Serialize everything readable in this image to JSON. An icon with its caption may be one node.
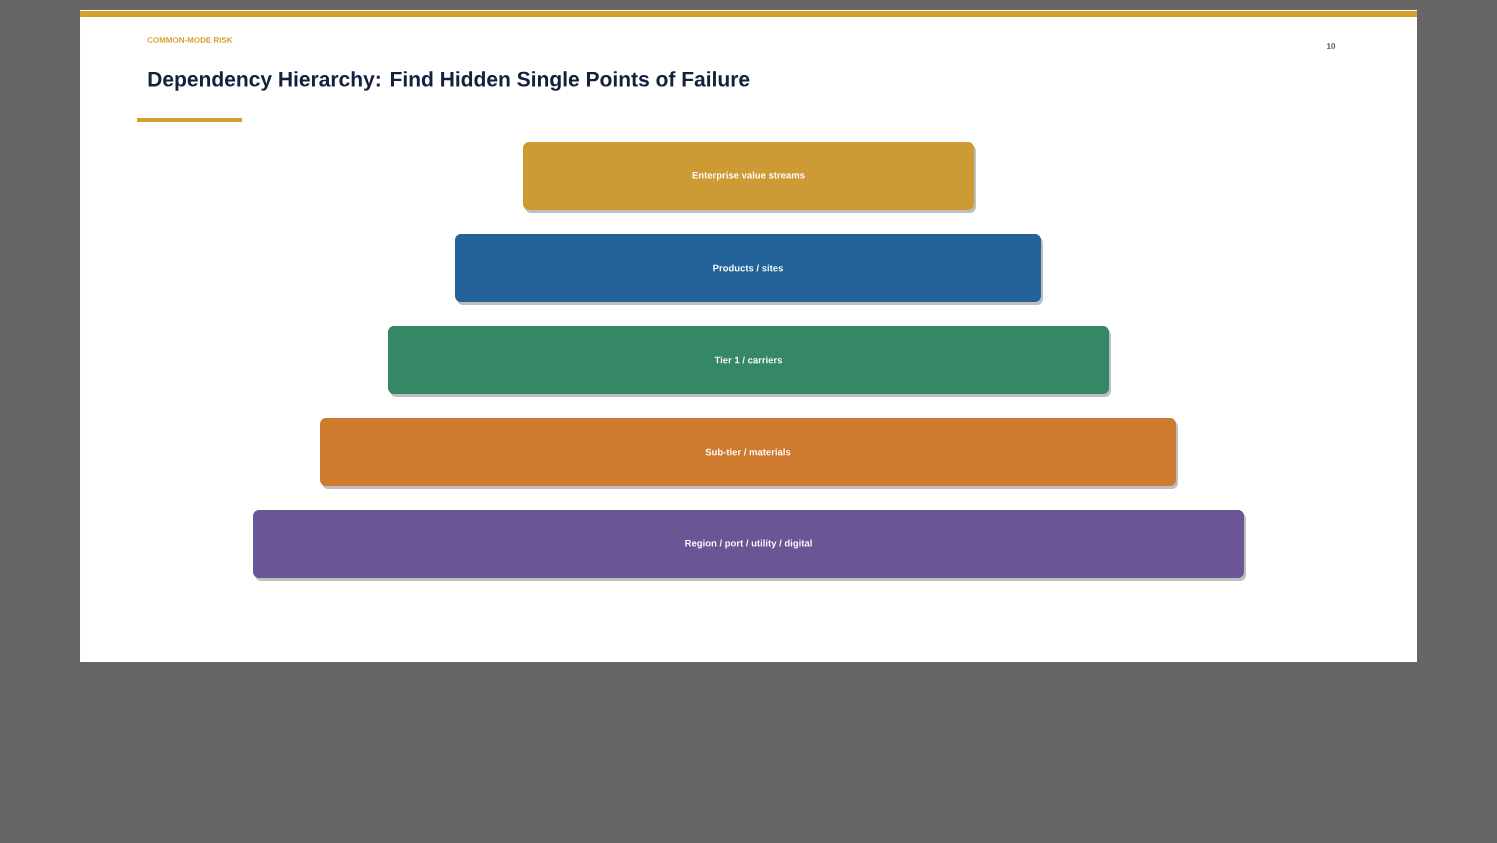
{
  "diagram": {
    "title": "Dependency Hierarchy: Find Hidden Single Points of Failure",
    "nodes": [
      {
        "text": [
          "Enterprise value streams"
        ]
      },
      {
        "text": [
          "Products / sites"
        ]
      },
      {
        "text": [
          "Tier 1 / carriers"
        ]
      },
      {
        "text": [
          "Sub-tier / materials"
        ]
      },
      {
        "text": [
          "Region / port / utility / digital"
        ]
      }
    ],
    "labels": [
      "COMMON-MODE RISK",
      "10"
    ]
  }
}
